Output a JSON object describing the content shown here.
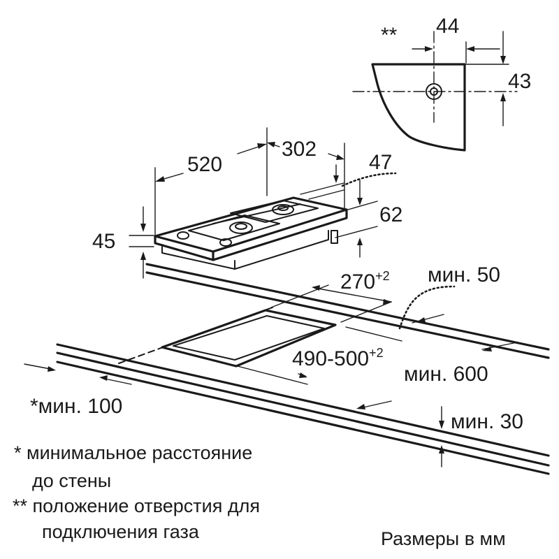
{
  "dimensions": {
    "gas_pipe_offset_x": "44",
    "gas_pipe_offset_y": "43",
    "gas_marker": "**",
    "depth": "520",
    "width": "302",
    "pipe_height": "47",
    "height_total": "62",
    "frame_height": "45",
    "cutout_width": "270",
    "cutout_width_tol": "+2",
    "min_front": "мин. 50",
    "cutout_depth": "490-500",
    "cutout_depth_tol": "+2",
    "min_depth_counter": "мин. 600",
    "min_wall": "*мин. 100",
    "min_thickness": "мин. 30"
  },
  "notes": {
    "note1_line1": "* минимальное расстояние",
    "note1_line2": "до стены",
    "note2_line1": "** положение отверстия для",
    "note2_line2": "подключения газа",
    "units": "Размеры в мм"
  }
}
